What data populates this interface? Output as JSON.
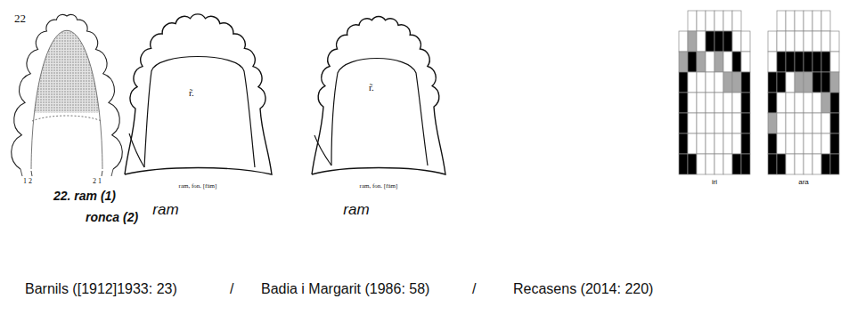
{
  "diagram": {
    "labels": [
      "22",
      "1 2",
      "2 1",
      "22. ram (1)",
      "ronca (2)",
      "r̃.",
      "ram, fon. [r̃ám]",
      "ram",
      "r̃.",
      "ram, fon. [r̃ám]",
      "ram",
      "iri",
      "ara",
      "Barnils ([1912]1933: 23)",
      "/",
      "Badia i Margarit (1986: 58)",
      "/",
      "Recasens (2014: 220)"
    ]
  }
}
